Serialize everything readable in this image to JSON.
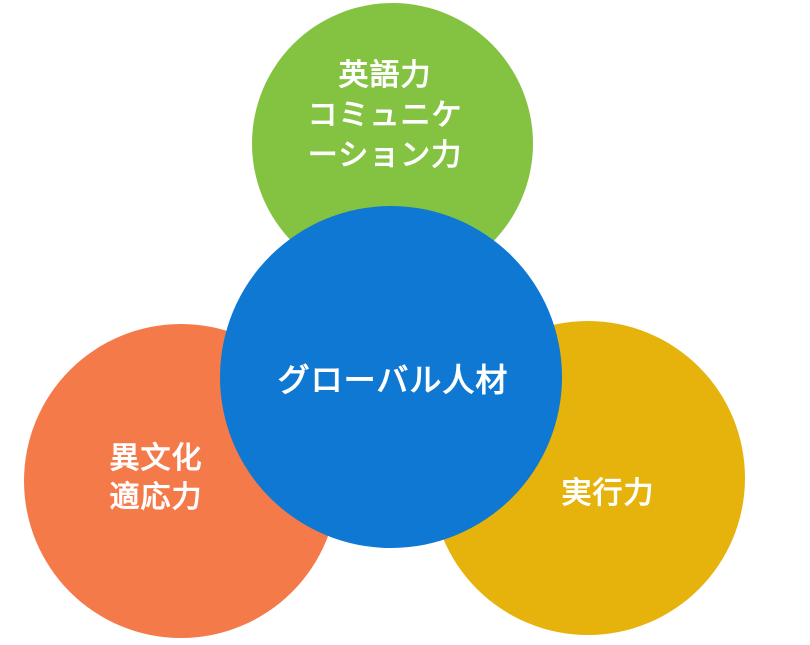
{
  "diagram": {
    "background_color": "#ffffff",
    "text_color": "#ffffff",
    "center_circle": {
      "label": "グローバル人材",
      "color": "#0E78D2"
    },
    "satellite_circles": [
      {
        "id": "english-communication",
        "lines": [
          "英語力",
          "コミュニケ",
          "ーション力"
        ],
        "color": "#84C341"
      },
      {
        "id": "cross-cultural-adaptability",
        "lines": [
          "異文化",
          "適応力"
        ],
        "color": "#F47A4A"
      },
      {
        "id": "execution",
        "lines": [
          "実行力"
        ],
        "color": "#E6B30C"
      }
    ]
  }
}
